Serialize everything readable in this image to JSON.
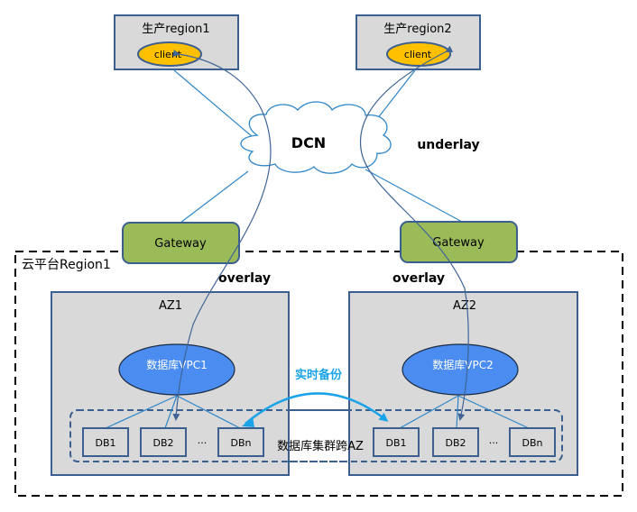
{
  "regions": {
    "prod1": {
      "title": "生产region1",
      "client": "client"
    },
    "prod2": {
      "title": "生产region2",
      "client": "client"
    }
  },
  "network": {
    "dcn": "DCN",
    "underlay": "underlay",
    "overlay_left": "overlay",
    "overlay_right": "overlay"
  },
  "gateways": {
    "left": "Gateway",
    "right": "Gateway"
  },
  "cloud_region": {
    "title": "云平台Region1"
  },
  "az1": {
    "title": "AZ1",
    "vpc": "数据库VPC1",
    "dbs": [
      "DB1",
      "DB2",
      "DBn"
    ],
    "ellipsis": "···"
  },
  "az2": {
    "title": "AZ2",
    "vpc": "数据库VPC2",
    "dbs": [
      "DB1",
      "DB2",
      "DBn"
    ],
    "ellipsis": "···"
  },
  "cluster_label": "数据库集群跨AZ",
  "backup_label": "实时备份",
  "colors": {
    "box_fill": "#d9d9d9",
    "box_border": "#3b5f8f",
    "client_fill": "#ffc000",
    "gateway_fill": "#9bbb59",
    "vpc_fill": "#4a8cf0",
    "line_blue": "#2e86c8",
    "line_dark": "#3f6496",
    "backup_arrow": "#1aa3e8"
  }
}
